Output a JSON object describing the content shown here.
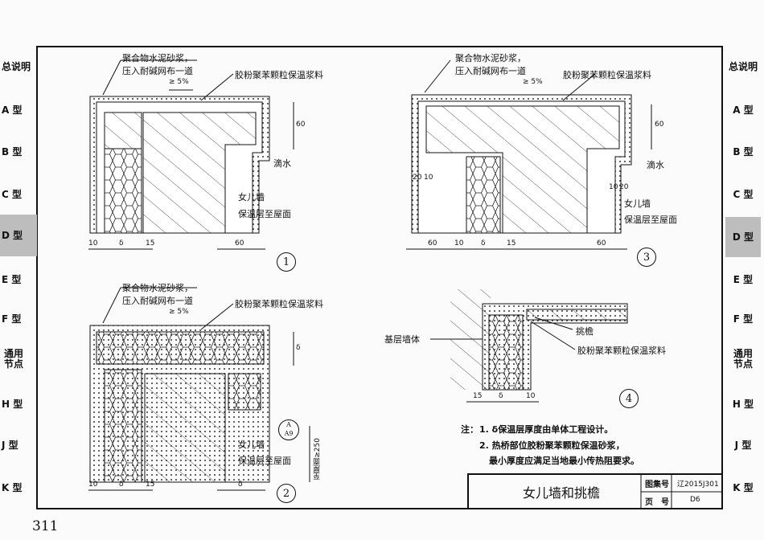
{
  "side_tabs_left": [
    "总说明",
    "A 型",
    "B 型",
    "C 型",
    "D 型",
    "E 型",
    "F 型",
    "通用节点",
    "H 型",
    "J 型",
    "K 型"
  ],
  "side_tabs_right": [
    "总说明",
    "A 型",
    "B 型",
    "C 型",
    "D 型",
    "E 型",
    "F 型",
    "通用节点",
    "H 型",
    "J 型",
    "K 型"
  ],
  "active_tab": "D 型",
  "details": {
    "d1": {
      "label_mortar": "聚合物水泥砂浆，",
      "label_mesh": "压入耐碱网布一道",
      "slope": "≥ 5%",
      "label_insul": "胶粉聚苯颗粒保温浆料",
      "dim_60": "60",
      "drip": "滴水",
      "parapet": "女儿墙",
      "insul_to_roof": "保温层至屋面",
      "dims": [
        "10",
        "δ",
        "15",
        "60"
      ],
      "number": "1"
    },
    "d2": {
      "label_mortar": "聚合物水泥砂浆，",
      "label_mesh": "压入耐碱网布一道",
      "slope": "≥ 5%",
      "label_insul": "胶粉聚苯颗粒保温浆料",
      "dim_delta": "δ",
      "ref_top": "A",
      "ref_bottom": "A9",
      "roof_dim": "至屋面≥250",
      "parapet": "女儿墙",
      "insul_to_roof": "保温层至屋面",
      "dims": [
        "10",
        "δ",
        "15",
        "δ"
      ],
      "number": "2"
    },
    "d3": {
      "label_mortar": "聚合物水泥砂浆，",
      "label_mesh": "压入耐碱网布一道",
      "slope": "≥ 5%",
      "label_insul": "胶粉聚苯颗粒保温浆料",
      "dim_60": "60",
      "drip": "滴水",
      "dims_top_left": [
        "20",
        "10"
      ],
      "dims_top_right": [
        "10",
        "20"
      ],
      "parapet": "女儿墙",
      "insul_to_roof": "保温层至屋面",
      "dims": [
        "60",
        "10",
        "δ",
        "15",
        "60"
      ],
      "number": "3"
    },
    "d4": {
      "base_wall": "基层墙体",
      "eave": "挑檐",
      "label_insul": "胶粉聚苯颗粒保温浆料",
      "dims": [
        "15",
        "δ",
        "10"
      ],
      "number": "4"
    }
  },
  "notes": {
    "prefix": "注：",
    "items": [
      "1. δ保温层厚度由单体工程设计。",
      "2. 热桥部位胶粉聚苯颗粒保温砂浆，",
      "最小厚度应满足当地最小传热阻要求。"
    ]
  },
  "title_block": {
    "title": "女儿墙和挑檐",
    "atlas_label": "图集号",
    "atlas_value": "辽2015J301",
    "page_label": "页　号",
    "page_value": "D6"
  },
  "page_number": "311"
}
